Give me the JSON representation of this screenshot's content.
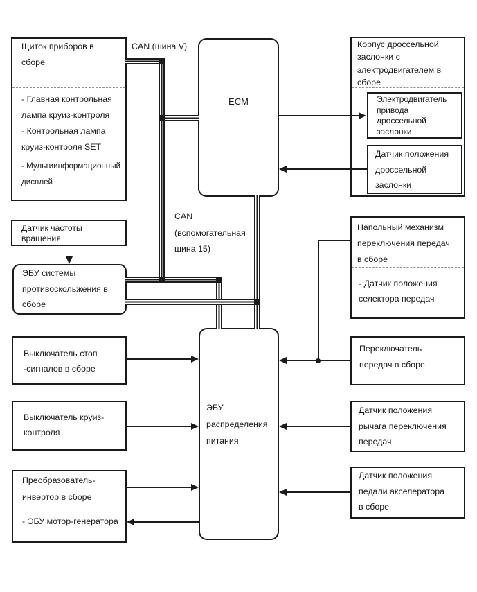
{
  "labels": {
    "can_v": "CAN (шина V)",
    "can_aux": "CAN\n(вспомогательная\nшина 15)"
  },
  "boxes": {
    "instrument_panel": {
      "title": "Щиток приборов в\nсборе",
      "items": [
        "- Главная контрольная\nлампа круиз-контроля",
        "- Контрольная лампа\nкруиз-контроля SET",
        "- Мультиинформационный\nдисплей"
      ]
    },
    "ecm": {
      "title": "ECM"
    },
    "throttle_body": {
      "title": "Корпус дроссельной\nзаслонки с\nэлектродвигателем в\nсборе",
      "motor": "Электродвигатель\nпривода\nдроссельной\nзаслонки",
      "position_sensor": "Датчик положения\nдроссельной\nзаслонки"
    },
    "speed_sensor": {
      "title": "Датчик частоты\nвращения"
    },
    "skid_control_ecu": {
      "title": "ЭБУ системы\nпротивоскольжения в\nсборе"
    },
    "floor_shift_assembly": {
      "title": "Напольный механизм\nпереключения передач\nв сборе",
      "items": [
        "- Датчик положения\nселектора передач"
      ]
    },
    "power_distribution_ecu": {
      "title": "ЭБУ\nраспределения\nпитания"
    },
    "stop_light_switch": {
      "title": "Выключатель стоп\n-сигналов в сборе"
    },
    "cruise_control_switch": {
      "title": "Выключатель круиз-\nконтроля"
    },
    "inverter_assembly": {
      "title": "Преобразователь-\nинвертор в сборе",
      "items": [
        "- ЭБУ мотор-генератора"
      ]
    },
    "shift_switch": {
      "title": "Переключатель\nпередач в сборе"
    },
    "shift_lever_position_sensor": {
      "title": "Датчик положения\nрычага переключения\nпередач"
    },
    "accelerator_pedal_position_sensor": {
      "title": "Датчик положения\nпедали акселератора\nв сборе"
    }
  },
  "colors": {
    "line": "#1b1b1b",
    "background": "#ffffff",
    "divider": "#8f8f8f"
  }
}
